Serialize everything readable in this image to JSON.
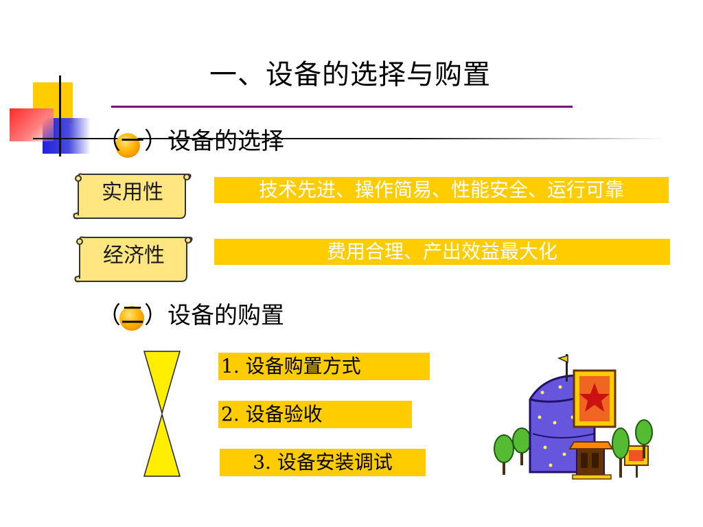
{
  "title": "一、设备的选择与购置",
  "section1": {
    "prefix": "（",
    "number": "一",
    "suffix": "）设备的选择"
  },
  "criteria": [
    {
      "label": "实用性",
      "description": "技术先进、操作简易、性能安全、运行可靠"
    },
    {
      "label": "经济性",
      "description": "费用合理、产出效益最大化"
    }
  ],
  "section2": {
    "prefix": "（",
    "number": "二",
    "suffix": "）设备的购置"
  },
  "purchase_steps": [
    "1. 设备购置方式",
    "2. 设备验收",
    "3. 设备安装调试"
  ],
  "colors": {
    "accent_yellow": "#ffcc00",
    "title_rule": "#7b0a7b",
    "deco_blue": "#2020d8",
    "deco_red": "#ff2a2a"
  }
}
